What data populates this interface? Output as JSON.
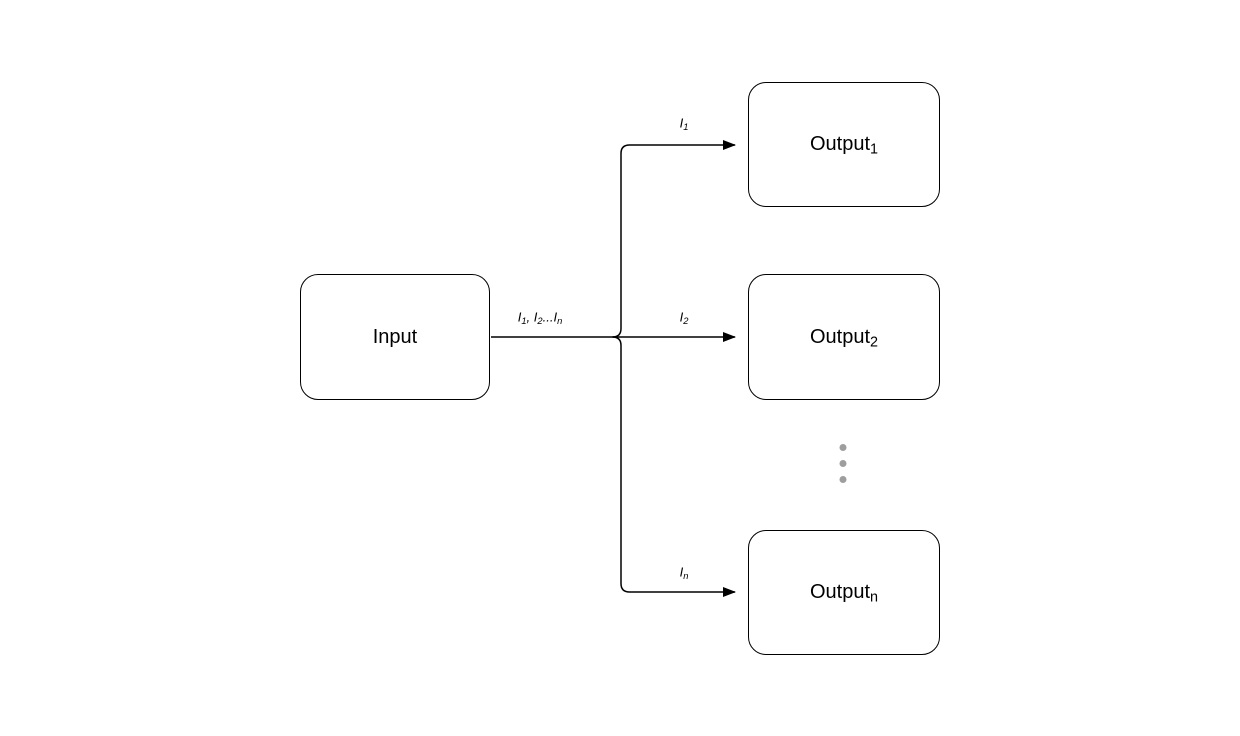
{
  "diagram": {
    "nodes": {
      "input": {
        "label": "Input"
      },
      "output1": {
        "base": "Output",
        "sub": "1"
      },
      "output2": {
        "base": "Output",
        "sub": "2"
      },
      "outputn": {
        "base": "Output",
        "sub": "n"
      }
    },
    "edge_labels": {
      "main": {
        "parts": [
          "I",
          "1",
          ", I",
          "2",
          "...",
          "I",
          "n"
        ]
      },
      "e1": {
        "base": "I",
        "sub": "1"
      },
      "e2": {
        "base": "I",
        "sub": "2"
      },
      "en": {
        "base": "I",
        "sub": "n"
      }
    },
    "ellipsis": {
      "dot_count": 3
    }
  },
  "colors": {
    "stroke": "#000000",
    "text": "#000000",
    "dots": "#9e9e9e",
    "background": "#ffffff"
  }
}
